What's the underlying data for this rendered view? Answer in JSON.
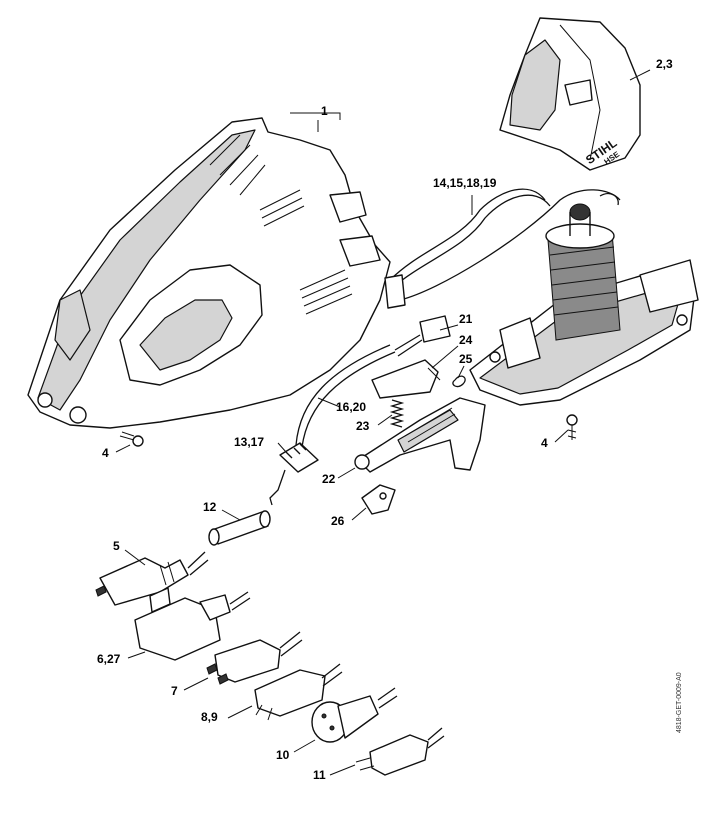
{
  "labels": {
    "l1": "1",
    "l23": "2,3",
    "l4a": "4",
    "l4b": "4",
    "l5": "5",
    "l627": "6,27",
    "l7": "7",
    "l89": "8,9",
    "l10": "10",
    "l11": "11",
    "l12": "12",
    "l1317": "13,17",
    "l14": "14,15,18,19",
    "l1620": "16,20",
    "l21": "21",
    "l22": "22",
    "l23b": "23",
    "l24": "24",
    "l25": "25",
    "l26": "26"
  },
  "cover_logo": "STIHL",
  "cover_model": "HSE",
  "drawing_code": "4818-GET-0009-A0"
}
